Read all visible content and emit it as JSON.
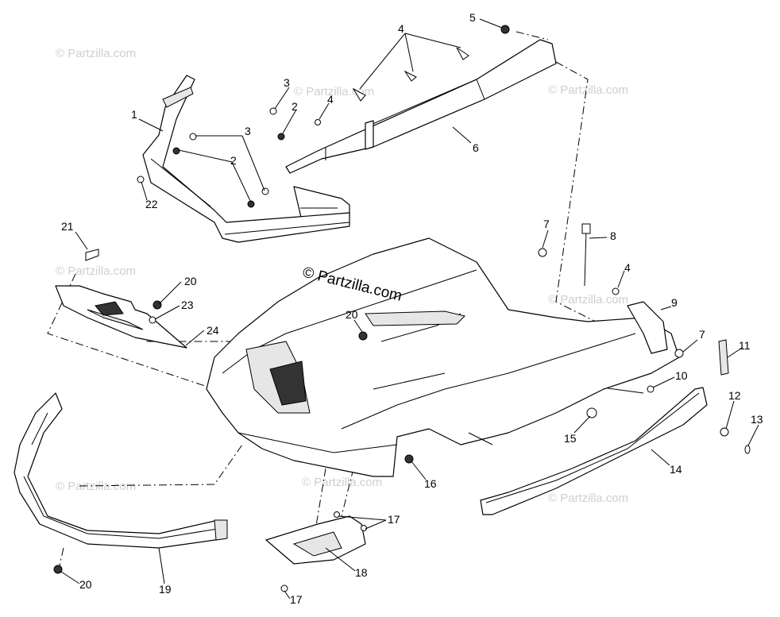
{
  "watermark": {
    "main": "© Partzilla.com",
    "repeat": "© Partzilla.com"
  },
  "callouts": [
    "1",
    "2",
    "2",
    "3",
    "3",
    "4",
    "4",
    "5",
    "6",
    "21",
    "20",
    "23",
    "24",
    "20",
    "22",
    "7",
    "8",
    "4",
    "9",
    "7",
    "10",
    "11",
    "12",
    "13",
    "14",
    "15",
    "16",
    "17",
    "17",
    "18",
    "19",
    "20"
  ],
  "hardware_icons": [
    "screw-icon",
    "nut-icon",
    "washer-icon",
    "rivet-icon",
    "bolt-icon",
    "push-pin-icon",
    "o-ring-icon"
  ]
}
